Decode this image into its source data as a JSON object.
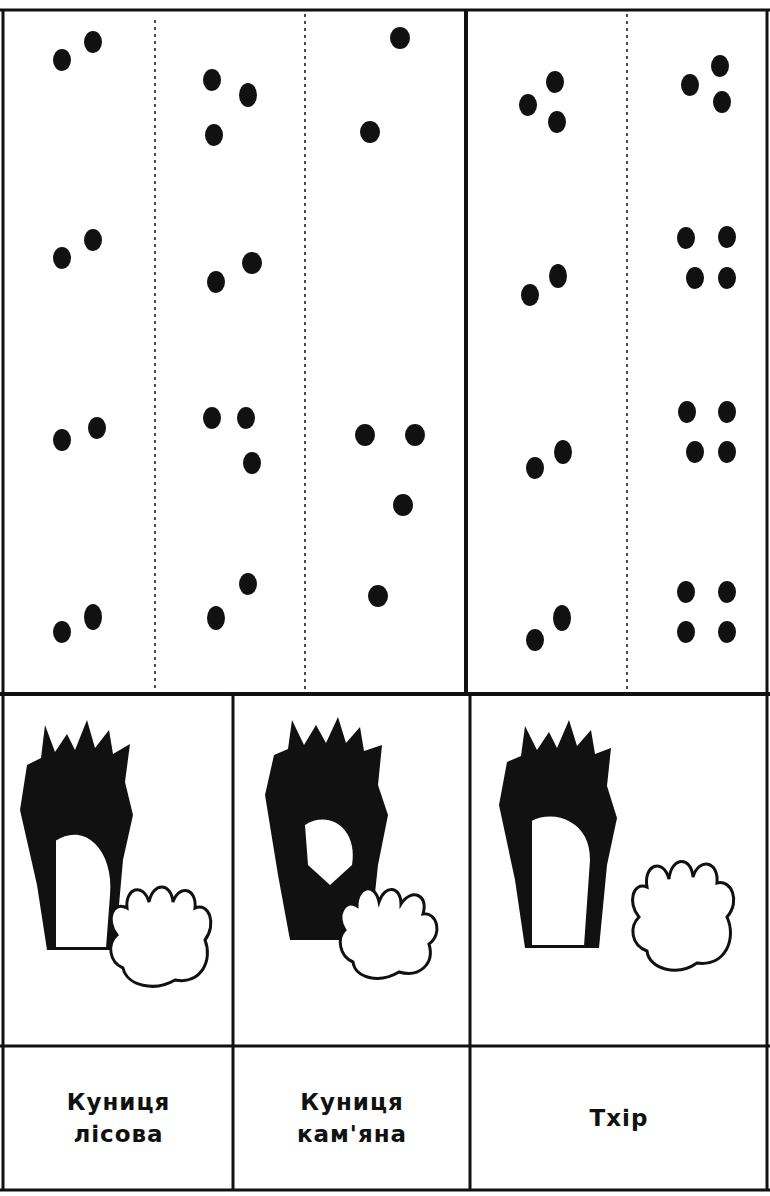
{
  "diagram": {
    "nodes": [
      {
        "text": [
          "Куниця лісова"
        ]
      },
      {
        "text": [
          "Куниця кам'яна"
        ]
      },
      {
        "text": [
          "Тхір"
        ]
      }
    ]
  }
}
